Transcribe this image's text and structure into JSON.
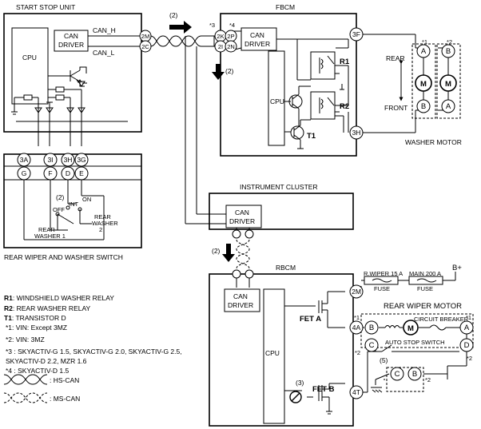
{
  "titles": {
    "start_stop_unit": "START STOP UNIT",
    "fbcm": "FBCM",
    "instrument_cluster": "INSTRUMENT CLUSTER",
    "rbcm": "RBCM",
    "washer_motor": "WASHER MOTOR",
    "rear_wiper_motor": "REAR WIPER MOTOR",
    "switch": "REAR WIPER AND WASHER SWITCH"
  },
  "blocks": {
    "cpu": "CPU",
    "can_driver_line1": "CAN",
    "can_driver_line2": "DRIVER",
    "fet_a": "FET A",
    "fet_b": "FET B"
  },
  "signals": {
    "can_h": "CAN_H",
    "can_l": "CAN_L"
  },
  "terminals": {
    "ssu_can_h": "2M",
    "ssu_can_l": "2C",
    "fbcm_2k": "2K",
    "fbcm_2p": "2P",
    "fbcm_2i": "2I",
    "fbcm_2n": "2N",
    "fbcm_3f": "3F",
    "fbcm_3h": "3H",
    "rbcm_2m": "2M",
    "rbcm_4a": "4A",
    "rbcm_4t": "4T",
    "sw_row1": [
      "3A",
      "3I",
      "3H",
      "3G"
    ],
    "sw_row2": [
      "G",
      "F",
      "D",
      "E"
    ],
    "motor_a": "A",
    "motor_b": "B",
    "motor_m": "M",
    "rw_b": "B",
    "rw_c": "C",
    "rw_a": "A",
    "rw_d": "D",
    "rw_c2": "C",
    "rw_b2": "B"
  },
  "marks": {
    "m1": "*1",
    "m2": "*2",
    "m3": "*3",
    "m4": "*4",
    "n2": "(2)",
    "n3": "(3)",
    "n5": "(5)"
  },
  "labels": {
    "rear": "REAR",
    "front": "FRONT",
    "r1": "R1",
    "r2": "R2",
    "t1": "T1",
    "off": "OFF",
    "int": "INT",
    "on": "ON",
    "rear_washer1_l1": "REAR",
    "rear_washer1_l2": "WASHER 1",
    "rear_washer2_l1": "REAR",
    "rear_washer2_l2": "WASHER",
    "rear_washer2_l3": "2",
    "fuse1_l1": "R.WIPER 15 A",
    "fuse1_l2": "FUSE",
    "fuse2_l1": "MAIN 200 A",
    "fuse2_l2": "FUSE",
    "bplus": "B+",
    "circuit_breaker": "CIRCUIT BREAKER",
    "auto_stop_switch": "AUTO STOP SWITCH"
  },
  "legend": {
    "r1": {
      "key": "R1",
      "text": ": WINDSHIELD WASHER RELAY"
    },
    "r2": {
      "key": "R2",
      "text": ": REAR WASHER RELAY"
    },
    "t1": {
      "key": "T1",
      "text": ": TRANSISTOR D"
    },
    "vin1": "*1: VIN: Except 3MZ",
    "vin2": "*2: VIN: 3MZ",
    "note3_l1": "*3 : SKYACTIV-G 1.5, SKYACTIV-G 2.0, SKYACTIV-G 2.5,",
    "note3_l2": "SKYACTIV-D 2.2, MZR 1.6",
    "note4": "*4 : SKYACTIV-D 1.5",
    "hs_can": ": HS-CAN",
    "ms_can": ": MS-CAN"
  }
}
